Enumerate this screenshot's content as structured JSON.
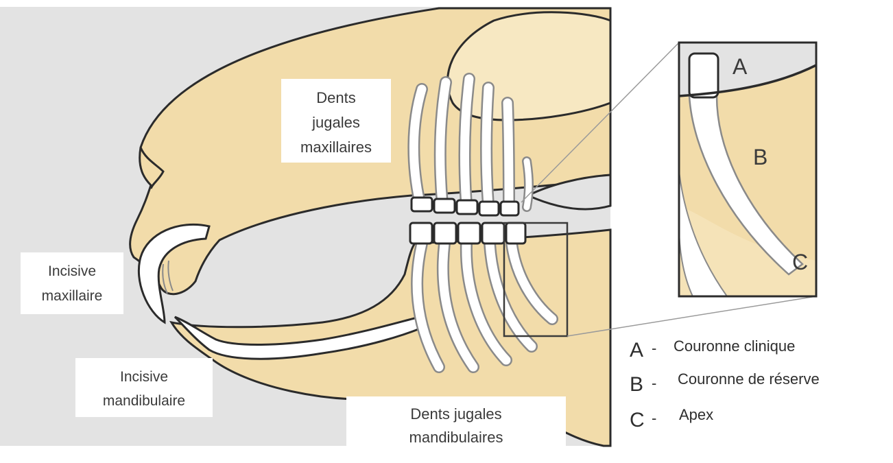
{
  "labels": {
    "maxillary_cheek_teeth": [
      "Dents",
      "jugales",
      "maxillaires"
    ],
    "maxillary_incisor": [
      "Incisive",
      "maxillaire"
    ],
    "mandibular_incisor": [
      "Incisive",
      "mandibulaire"
    ],
    "mandibular_cheek_teeth": [
      "Dents jugales",
      "mandibulaires"
    ]
  },
  "zoom_letters": {
    "a": "A",
    "b": "B",
    "c": "C"
  },
  "legend": [
    {
      "letter": "A",
      "separator": "-",
      "text": "Couronne clinique"
    },
    {
      "letter": "B",
      "separator": "-",
      "text": "Couronne de réserve"
    },
    {
      "letter": "C",
      "separator": "-",
      "text": "Apex"
    }
  ],
  "colors": {
    "bone": "#f2dcaa",
    "bone_light": "#f7e8c2",
    "tooth": "#ffffff",
    "outline": "#2b2b2b",
    "background": "#e3e3e3",
    "label_box": "#ffffff"
  }
}
